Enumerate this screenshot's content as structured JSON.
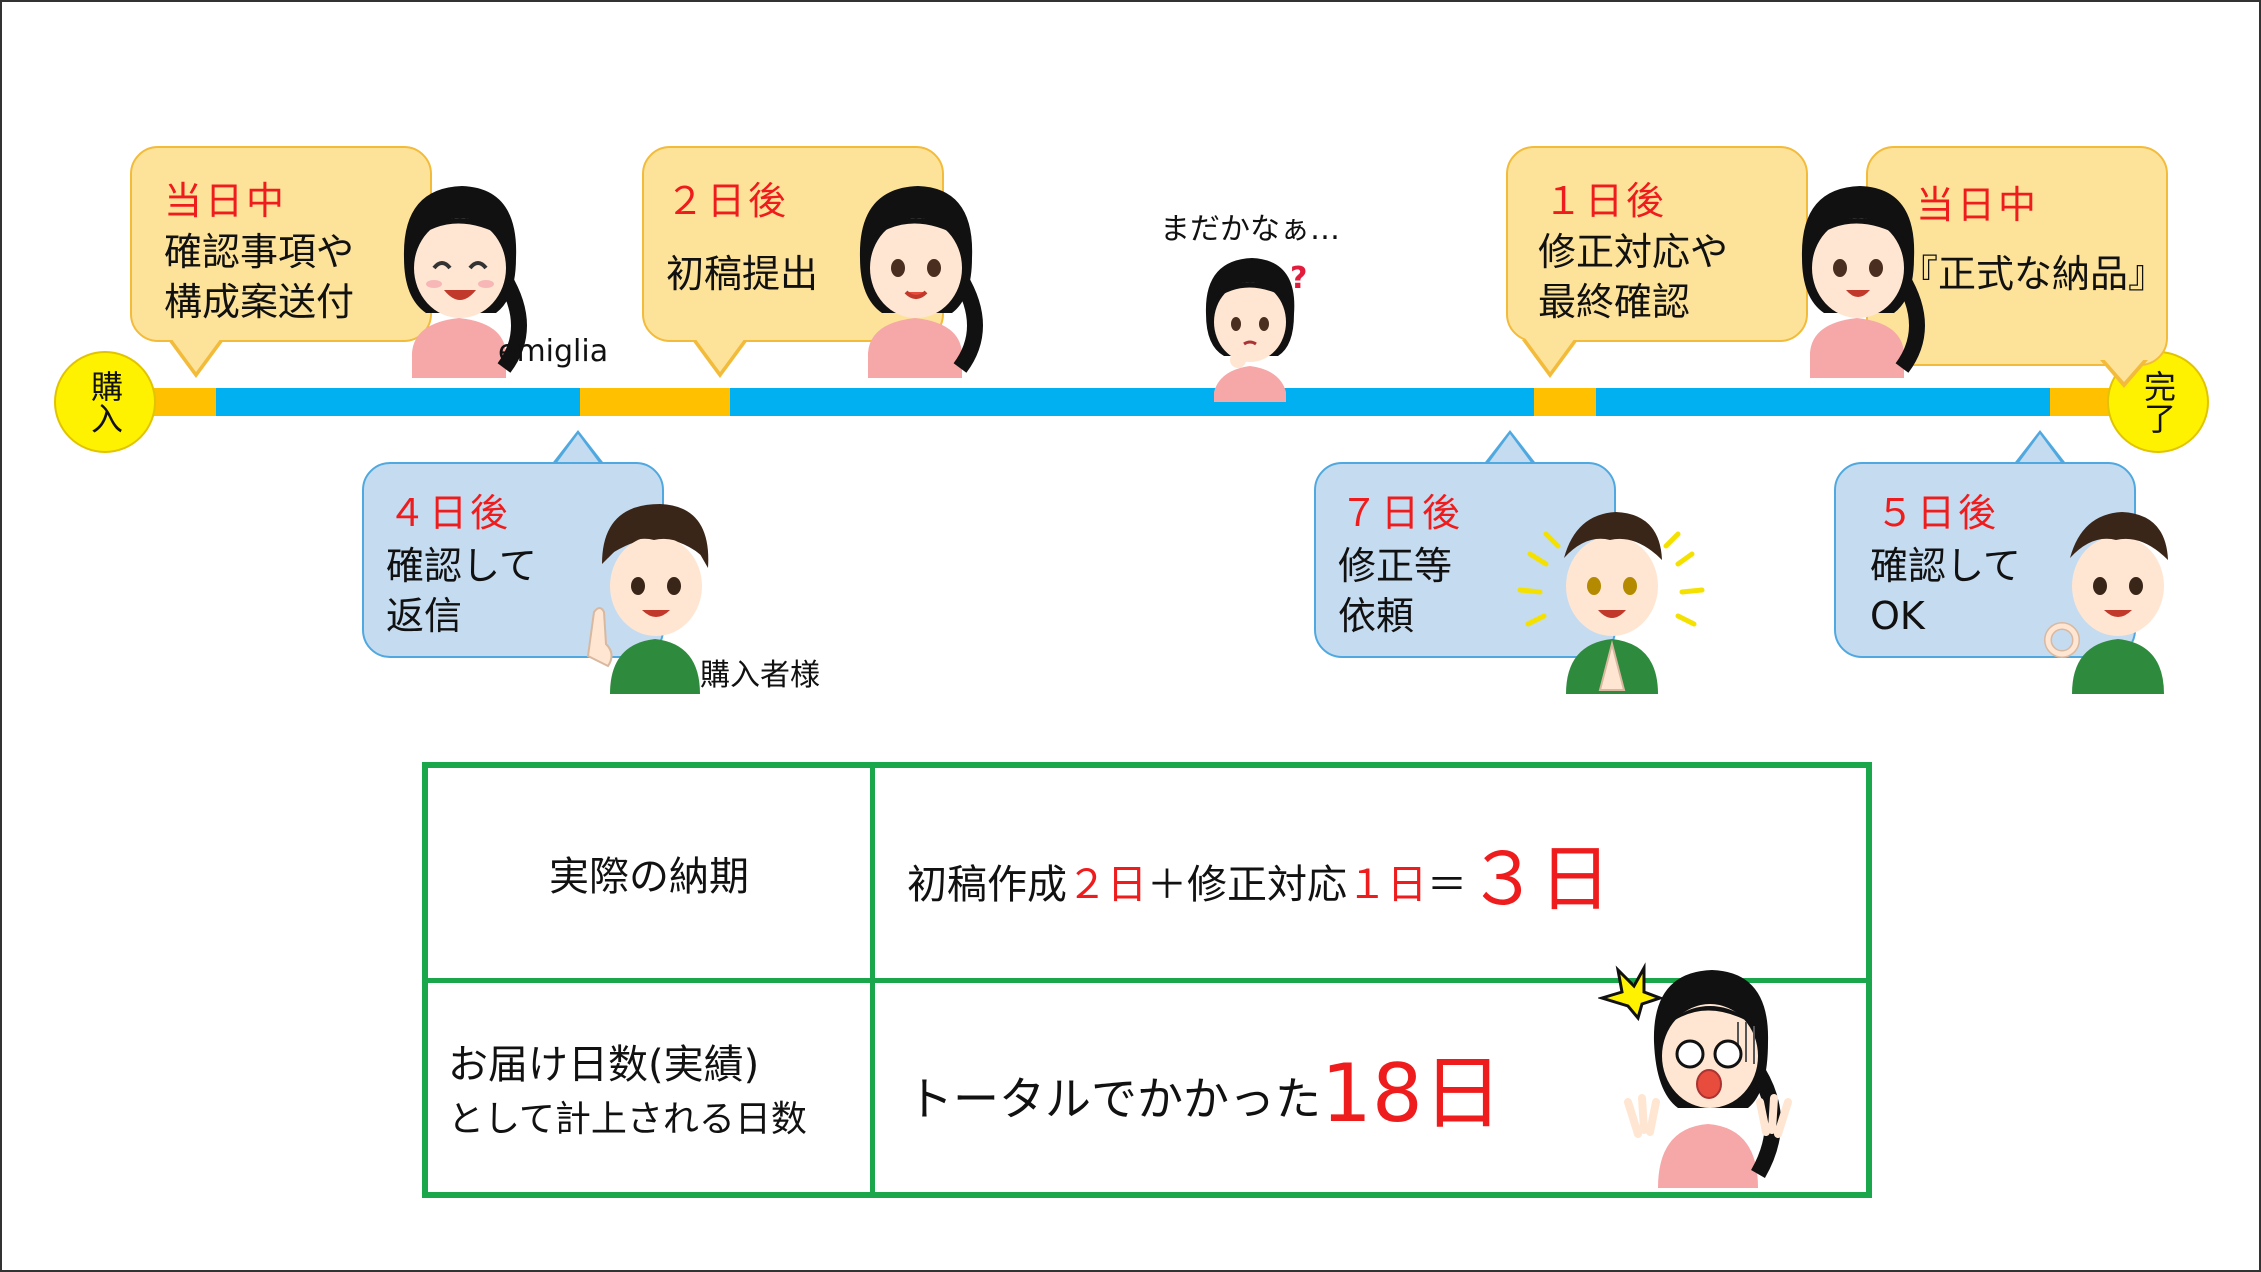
{
  "markers": {
    "start": "購入",
    "end": "完了"
  },
  "steps_top": [
    {
      "when": "当日中",
      "text1": "確認事項や",
      "text2": "構成案送付"
    },
    {
      "when": "２日後",
      "text1": "初稿提出",
      "text2": ""
    },
    {
      "when": "１日後",
      "text1": "修正対応や",
      "text2": "最終確認"
    },
    {
      "when": "当日中",
      "text1": "『正式な納品』",
      "text2": ""
    }
  ],
  "steps_bottom": [
    {
      "when": "４日後",
      "text1": "確認して",
      "text2": "返信"
    },
    {
      "when": "７日後",
      "text1": "修正等",
      "text2": "依頼"
    },
    {
      "when": "５日後",
      "text1": "確認して",
      "text2": "OK"
    }
  ],
  "waiting": "まだかなぁ…",
  "seller_name": "emiglia",
  "buyer_name": "購入者様",
  "colors": {
    "yellow_bubble": "#fde39a",
    "blue_bubble": "#c5dbf0",
    "timeline_blue": "#00b0f0",
    "timeline_orange": "#ffc000",
    "table_border": "#1aa64a",
    "accent_red": "#ee1c1c"
  },
  "table": {
    "row1": {
      "label": "実際の納期",
      "p1": "初稿作成",
      "p2": "２日",
      "p3": "＋修正対応",
      "p4": "１日",
      "p5": "＝",
      "total": "３日"
    },
    "row2": {
      "label_main": "お届け日数(実績)",
      "label_sub": "として計上される日数",
      "p1": "トータルでかかった",
      "total": "18日"
    }
  }
}
